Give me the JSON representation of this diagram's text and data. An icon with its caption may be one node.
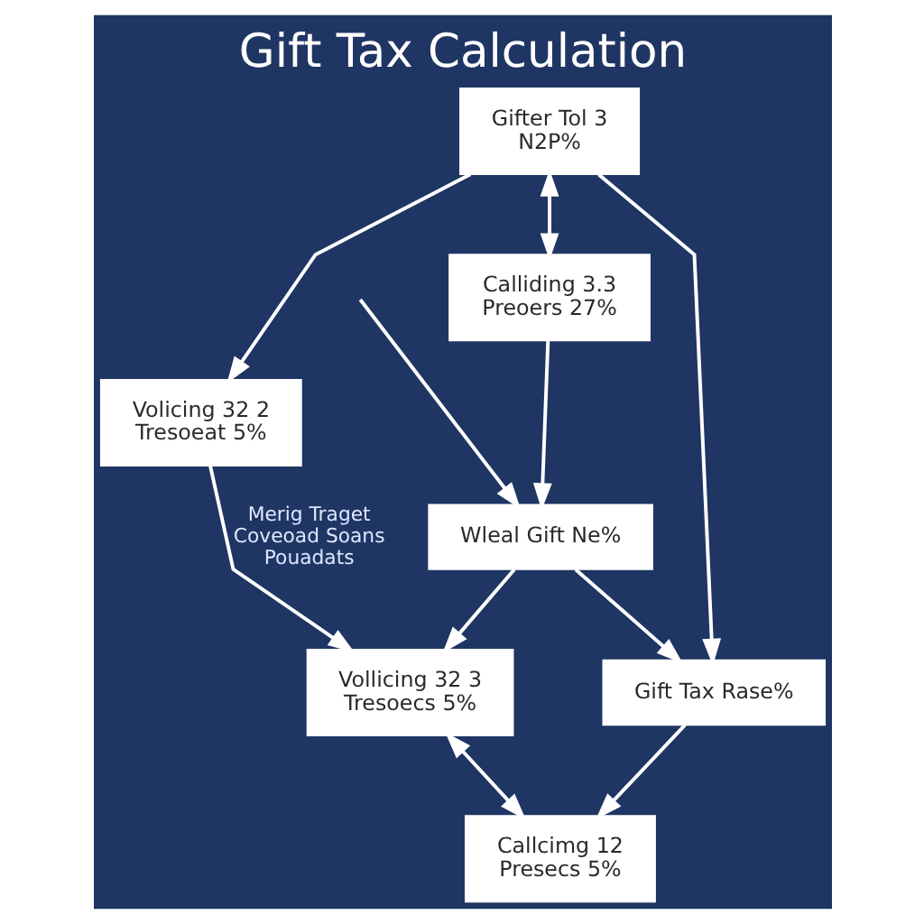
{
  "diagram": {
    "title": "Gift Tax Calculation",
    "nodes": [
      {
        "text": [
          "Gifter Tol 3 N2P%"
        ]
      },
      {
        "text": [
          "Volicing 32 2 Tresoeat 5%"
        ]
      },
      {
        "text": [
          "Calliding 3.3 Preoers 27%"
        ]
      },
      {
        "text": [
          "Wleal Gift Ne%"
        ]
      },
      {
        "text": [
          "Vollicing 32 3 Tresoecs 5%"
        ]
      },
      {
        "text": [
          "Gift Tax Rase%"
        ]
      },
      {
        "text": [
          "Callcimg 12 Presecs 5%"
        ]
      }
    ],
    "edges": [
      {
        "from": 0,
        "to": 2,
        "arrow": "both"
      },
      {
        "from": 0,
        "to": 1,
        "arrow": "to"
      },
      {
        "from": 0,
        "to": 5,
        "arrow": "to"
      },
      {
        "from": 1,
        "to": 4,
        "arrow": "to",
        "label": "Merig Traget Coveoad Soans Pouadats"
      },
      {
        "from": 2,
        "to": 3,
        "arrow": "to"
      },
      {
        "from": null,
        "to": 3,
        "arrow": "to"
      },
      {
        "from": 3,
        "to": 4,
        "arrow": "to"
      },
      {
        "from": 3,
        "to": 5,
        "arrow": "to"
      },
      {
        "from": 5,
        "to": 6,
        "arrow": "to"
      },
      {
        "from": 4,
        "to": 6,
        "arrow": "both"
      }
    ]
  }
}
